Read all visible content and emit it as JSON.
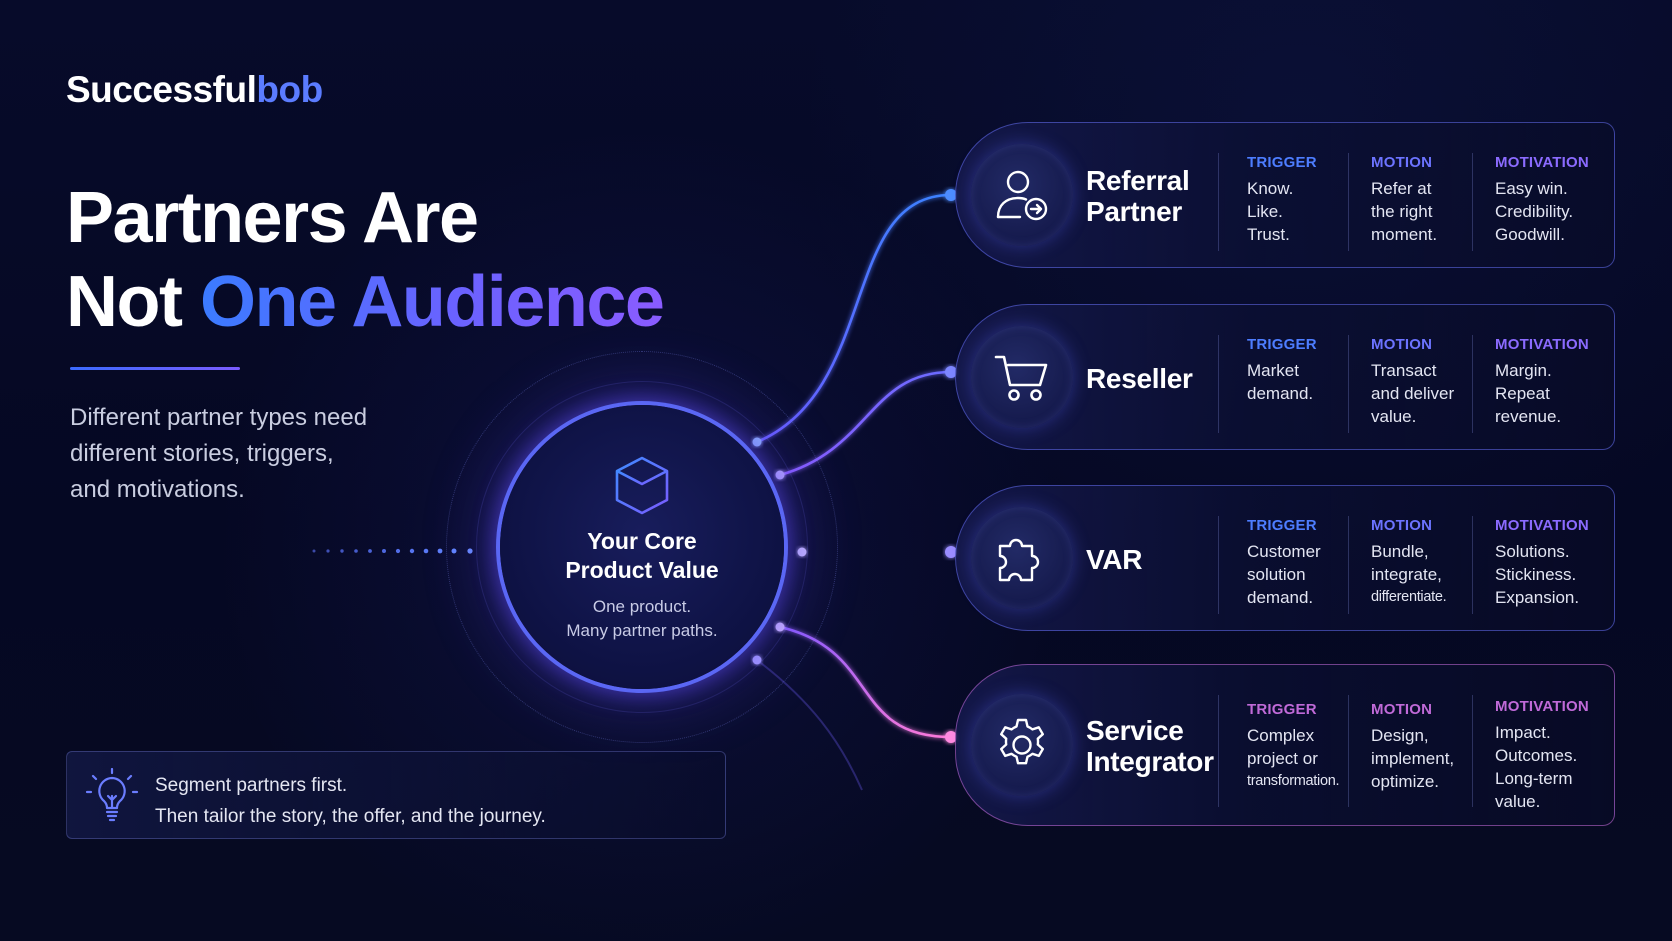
{
  "brand": {
    "part1": "Successful",
    "part2": "bob",
    "accent_color": "#5b7cff"
  },
  "headline": {
    "line1": "Partners Are",
    "line2_plain": "Not ",
    "line2_accent": "One Audience"
  },
  "lead": {
    "lines": [
      "Different partner types need",
      "different stories, triggers,",
      "and motivations."
    ]
  },
  "tip": {
    "icon": "lightbulb-icon",
    "lines": [
      "Segment partners first.",
      "Then tailor the story, the offer, and the journey."
    ]
  },
  "core": {
    "icon": "cube-icon",
    "title_lines": [
      "Your Core",
      "Product Value"
    ],
    "subtitle_lines": [
      "One product.",
      "Many partner paths."
    ]
  },
  "partners": [
    {
      "name_lines": [
        "Referral",
        "Partner"
      ],
      "icon": "person-referral-icon",
      "theme": "blue",
      "columns": [
        {
          "label": "TRIGGER",
          "lines": [
            "Know.",
            "Like.",
            "Trust."
          ]
        },
        {
          "label": "MOTION",
          "lines": [
            "Refer at",
            "the right",
            "moment."
          ]
        },
        {
          "label": "MOTIVATION",
          "lines": [
            "Easy win.",
            "Credibility.",
            "Goodwill."
          ]
        }
      ]
    },
    {
      "name_lines": [
        "Reseller"
      ],
      "icon": "shopping-cart-icon",
      "theme": "blue",
      "columns": [
        {
          "label": "TRIGGER",
          "lines": [
            "Market",
            "demand."
          ]
        },
        {
          "label": "MOTION",
          "lines": [
            "Transact",
            "and deliver",
            "value."
          ]
        },
        {
          "label": "MOTIVATION",
          "lines": [
            "Margin.",
            "Repeat",
            "revenue."
          ]
        }
      ]
    },
    {
      "name_lines": [
        "VAR"
      ],
      "icon": "puzzle-piece-icon",
      "theme": "blue",
      "columns": [
        {
          "label": "TRIGGER",
          "lines": [
            "Customer",
            "solution",
            "demand."
          ]
        },
        {
          "label": "MOTION",
          "lines": [
            "Bundle,",
            "integrate,",
            "differentiate."
          ]
        },
        {
          "label": "MOTIVATION",
          "lines": [
            "Solutions.",
            "Stickiness.",
            "Expansion."
          ]
        }
      ]
    },
    {
      "name_lines": [
        "Service",
        "Integrator"
      ],
      "icon": "gear-icon",
      "theme": "pink",
      "columns": [
        {
          "label": "TRIGGER",
          "lines": [
            "Complex",
            "project or",
            "transformation."
          ]
        },
        {
          "label": "MOTION",
          "lines": [
            "Design,",
            "implement,",
            "optimize."
          ]
        },
        {
          "label": "MOTIVATION",
          "lines": [
            "Impact.",
            "Outcomes.",
            "Long-term",
            "value."
          ]
        }
      ]
    }
  ],
  "colors": {
    "background": "#060a24",
    "blue_accent": "#3b7bff",
    "violet_accent": "#7a5cff",
    "pink_accent": "#e06ad8"
  }
}
